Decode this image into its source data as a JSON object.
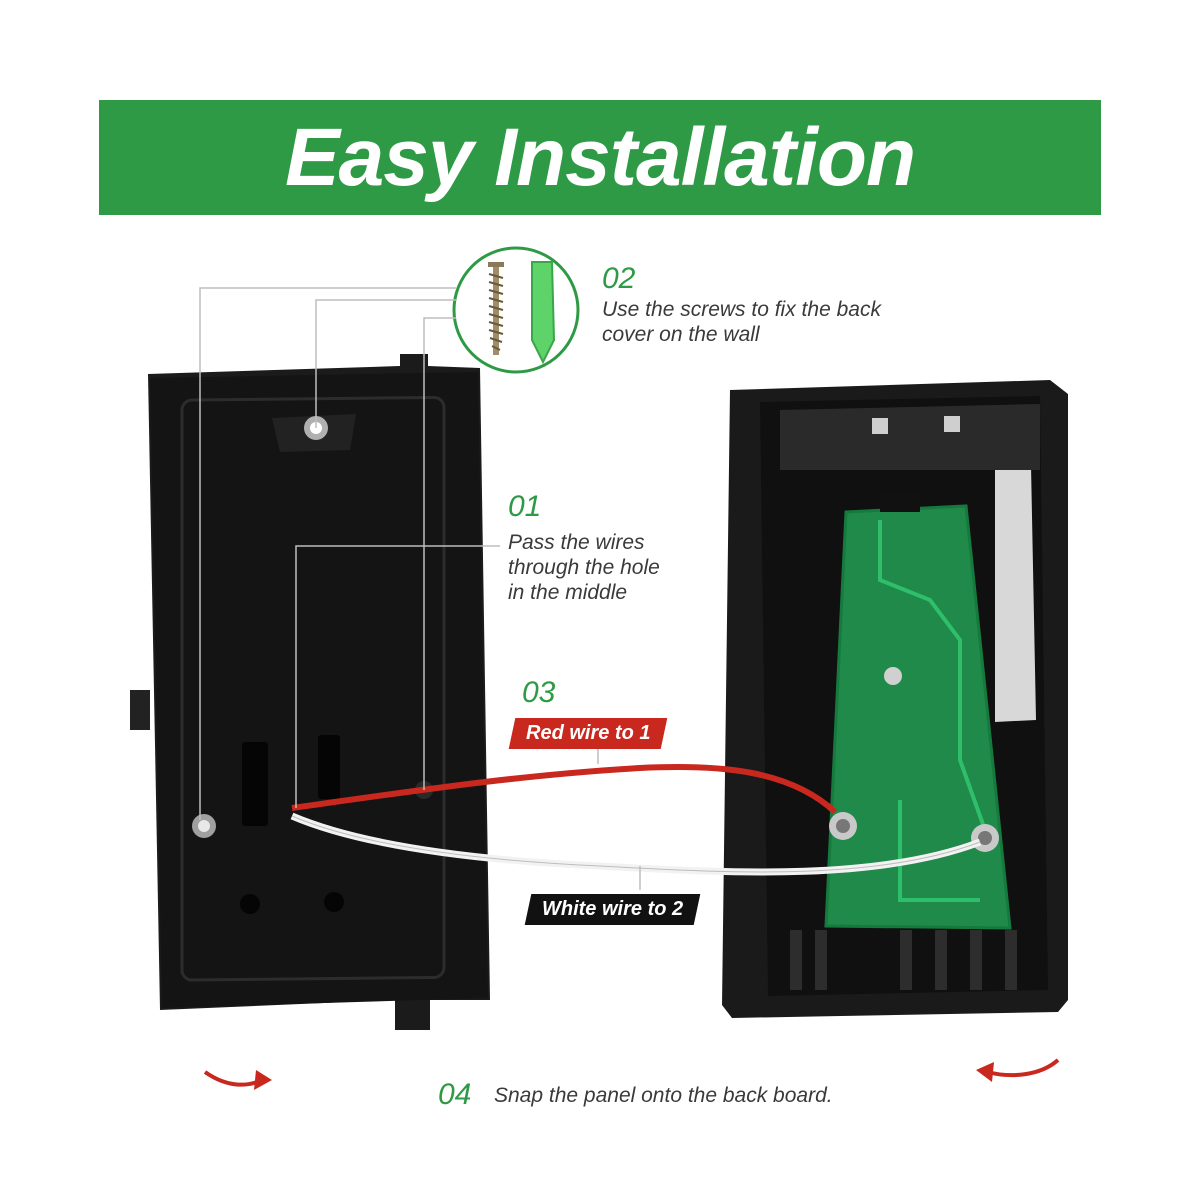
{
  "banner": {
    "title": "Easy Installation"
  },
  "steps": [
    {
      "number": "01",
      "text_lines": [
        "Pass the wires",
        "through the hole",
        "in the middle"
      ]
    },
    {
      "number": "02",
      "text_lines": [
        "Use the screws to fix the back",
        "cover on the wall"
      ]
    },
    {
      "number": "03",
      "red_wire_label": "Red wire to 1",
      "white_wire_label": "White wire to 2"
    },
    {
      "number": "04",
      "text": "Snap the panel onto the back board."
    }
  ],
  "colors": {
    "accent_green": "#2e9a45",
    "wire_red": "#c8281e",
    "label_black": "#111111",
    "arrow_red": "#c8281e"
  }
}
